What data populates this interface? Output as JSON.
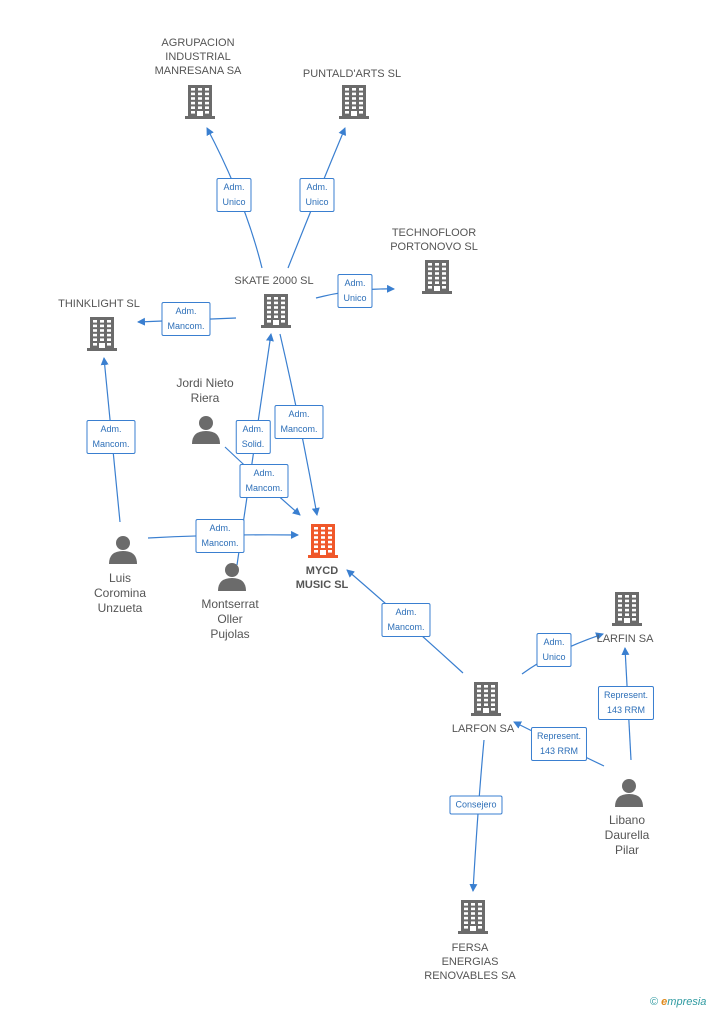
{
  "nodes": {
    "agrupacion": {
      "lines": [
        "AGRUPACION",
        "INDUSTRIAL",
        "MANRESANA SA"
      ]
    },
    "puntaldarts": {
      "lines": [
        "PUNTALD'ARTS SL"
      ]
    },
    "technofloor": {
      "lines": [
        "TECHNOFLOOR",
        "PORTONOVO SL"
      ]
    },
    "skate2000": {
      "lines": [
        "SKATE 2000  SL"
      ]
    },
    "thinklight": {
      "lines": [
        "THINKLIGHT SL"
      ]
    },
    "jordi": {
      "lines": [
        "Jordi Nieto",
        "Riera"
      ]
    },
    "mycd": {
      "lines": [
        "MYCD",
        "MUSIC SL"
      ]
    },
    "luis": {
      "lines": [
        "Luis",
        "Coromina",
        "Unzueta"
      ]
    },
    "montserrat": {
      "lines": [
        "Montserrat",
        "Oller",
        "Pujolas"
      ]
    },
    "larfin": {
      "lines": [
        "LARFIN SA"
      ]
    },
    "larfon": {
      "lines": [
        "LARFON SA"
      ]
    },
    "libano": {
      "lines": [
        "Libano",
        "Daurella",
        "Pilar"
      ]
    },
    "fersa": {
      "lines": [
        "FERSA",
        "ENERGIAS",
        "RENOVABLES SA"
      ]
    }
  },
  "edges": {
    "skate_agrupacion": [
      "Adm.",
      "Unico"
    ],
    "skate_puntald": [
      "Adm.",
      "Unico"
    ],
    "skate_techno": [
      "Adm.",
      "Unico"
    ],
    "skate_thinklight": [
      "Adm.",
      "Mancom."
    ],
    "luis_thinklight": [
      "Adm.",
      "Mancom."
    ],
    "skate_mycd": [
      "Adm.",
      "Mancom."
    ],
    "montserrat_skate": [
      "Adm.",
      "Solid."
    ],
    "jordi_mycd": [
      "Adm.",
      "Mancom."
    ],
    "luis_mycd": [
      "Adm.",
      "Mancom."
    ],
    "larfon_mycd": [
      "Adm.",
      "Mancom."
    ],
    "larfon_larfin": [
      "Adm.",
      "Unico"
    ],
    "libano_larfin": [
      "Represent.",
      "143 RRM"
    ],
    "libano_larfon": [
      "Represent.",
      "143 RRM"
    ],
    "larfon_fersa": [
      "Consejero"
    ]
  },
  "footer": {
    "copyright": "©",
    "brand_initial": "e",
    "brand_rest": "mpresia"
  },
  "colors": {
    "link": "#3a7fd0",
    "building": "#6b6b6b",
    "highlight": "#f0582a",
    "person": "#6b6b6b"
  }
}
